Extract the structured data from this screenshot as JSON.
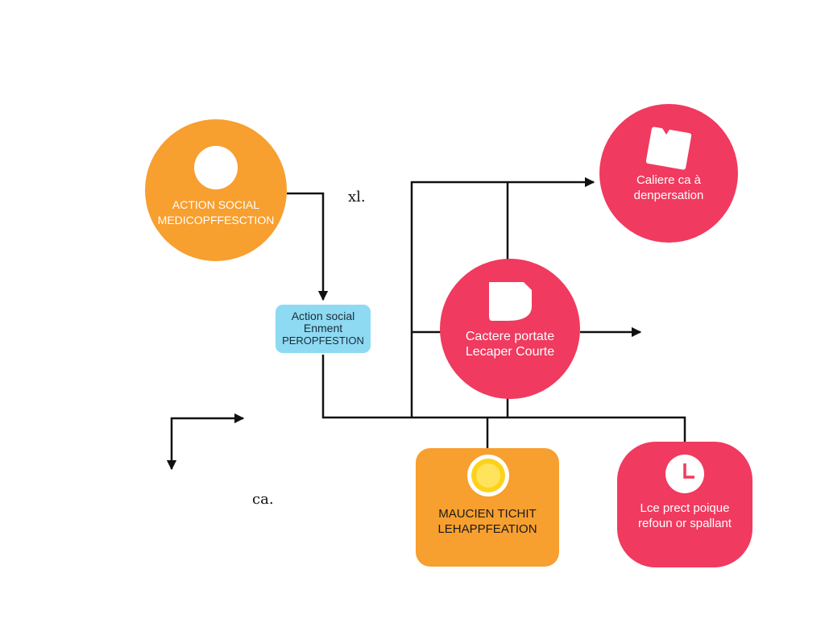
{
  "colors": {
    "orange": "#F79F2F",
    "pink": "#F03A5F",
    "light_blue": "#8DDAF2",
    "connector": "#111111",
    "sun": "#FFD21A"
  },
  "nodes": {
    "action_social": {
      "line1": "ACTION SOCIAL",
      "line2": "MEDICOPFFESCTION",
      "icon": "circle-icon"
    },
    "action_box": {
      "line1": "Action social",
      "line2": "Enment",
      "line3": "PEROPFESTION"
    },
    "caliere": {
      "line1": "Caliere ca à",
      "line2": "denpersation",
      "icon": "document-icon"
    },
    "cactere": {
      "line1": "Cactere portate",
      "line2": "Lecaper Courte",
      "icon": "shield-icon"
    },
    "maucien": {
      "line1": "MAUCIEN TICHIT",
      "line2": "LEHAPPFEATION",
      "icon": "sun-icon"
    },
    "lce_prect": {
      "line1": "Lce prect poique",
      "line2": "refoun or spallant",
      "icon": "clock-icon"
    }
  },
  "labels": {
    "xl": "xl.",
    "ca": "ca."
  }
}
